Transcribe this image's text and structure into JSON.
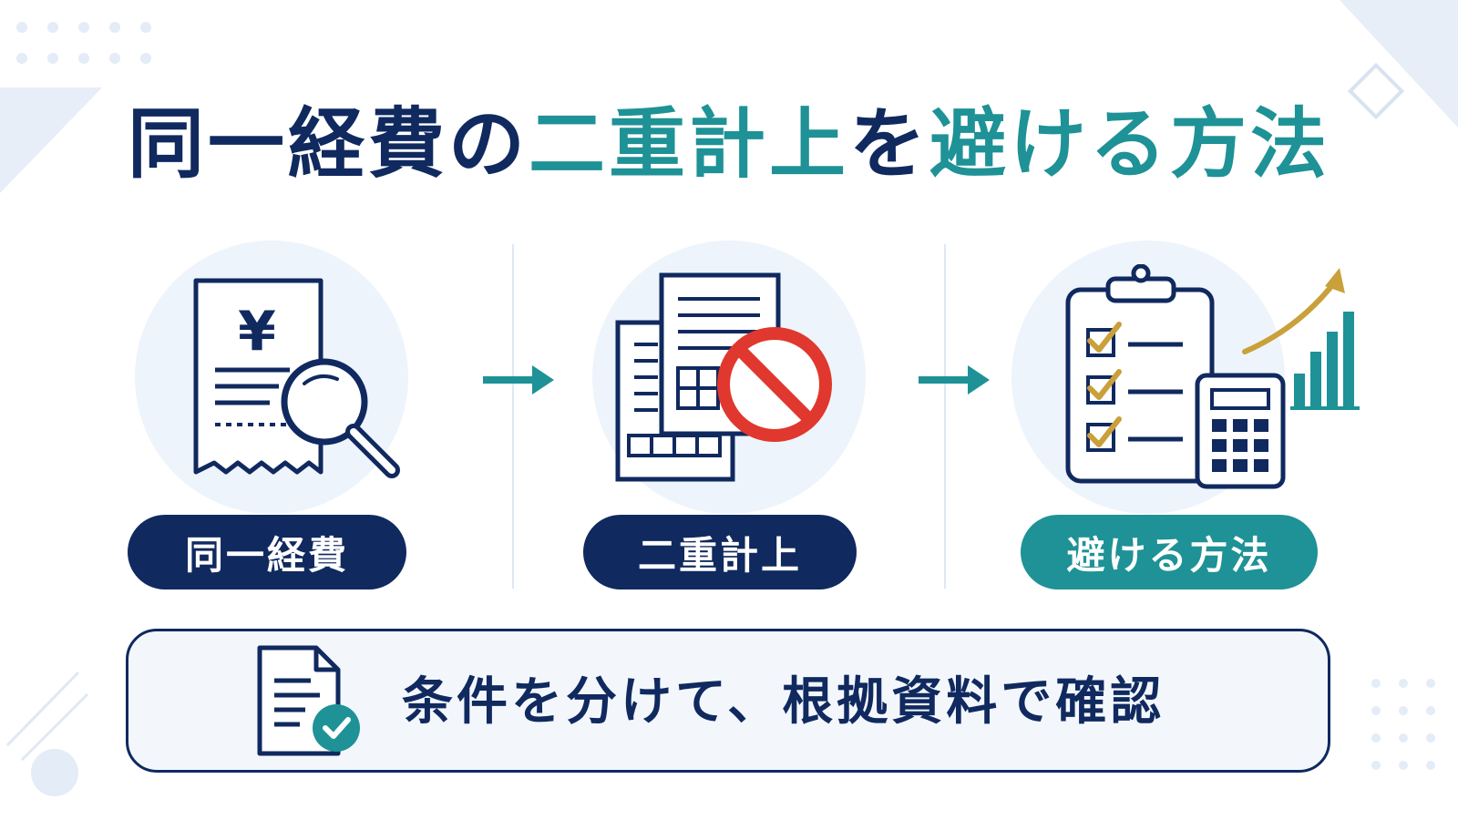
{
  "title": {
    "part1": "同一経費の",
    "part2": "二重計上",
    "part3": "を",
    "part4": "避ける方法"
  },
  "steps": [
    {
      "label": "同一経費",
      "icon": "receipt-search-icon",
      "color": "#10295f"
    },
    {
      "label": "二重計上",
      "icon": "duplicate-documents-prohibited-icon",
      "color": "#10295f"
    },
    {
      "label": "避ける方法",
      "icon": "checklist-calculator-growth-icon",
      "color": "#1e9296"
    }
  ],
  "receipt_symbol": "¥",
  "bottom_message": "条件を分けて、根拠資料で確認",
  "colors": {
    "navy": "#10295f",
    "teal": "#1e9296",
    "red": "#e0382e",
    "gold": "#c9a03a",
    "light": "#eef4fb"
  }
}
